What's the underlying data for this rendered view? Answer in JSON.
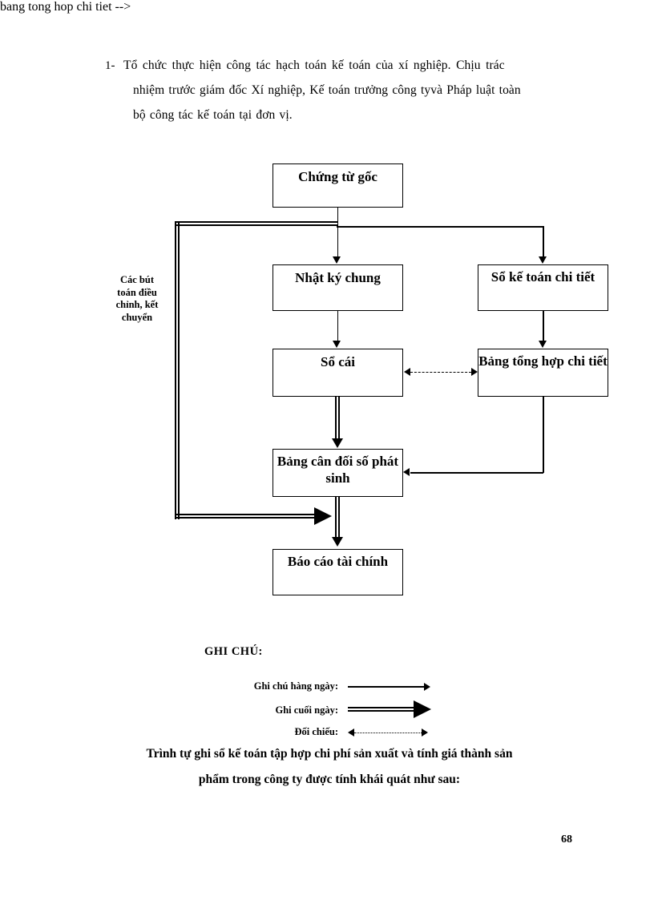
{
  "document": {
    "page_number": "68"
  },
  "intro": {
    "marker": "1-",
    "lines": [
      "Tổ chức thực hiện  công tác hạch toán kế toán của xí nghiệp. Chịu trác",
      "nhiệm trước giám  đốc Xí nghiệp, Kế toán trưởng công tyvà Pháp luật toàn",
      "bộ công tác kế toán tại đơn vị."
    ]
  },
  "diagram": {
    "side_label": "Các bút toán điều chỉnh, kết chuyển",
    "nodes": [
      {
        "id": "chung-tu-goc",
        "label": "Chứng từ gốc"
      },
      {
        "id": "nhat-ky-chung",
        "label": "Nhật ký chung"
      },
      {
        "id": "so-ke-toan-chi-tiet",
        "label": "Sổ kế toán chi tiết"
      },
      {
        "id": "so-cai",
        "label": "Sổ cái"
      },
      {
        "id": "bang-tong-hop-chi-tiet",
        "label": "Bảng tổng hợp chi tiết"
      },
      {
        "id": "bang-can-doi-so-phat-sinh",
        "label": "Bảng cân đối số phát sinh"
      },
      {
        "id": "bao-cao-tai-chinh",
        "label": "Báo cáo tài chính"
      }
    ]
  },
  "legend": {
    "title": "GHI CHÚ:",
    "rows": [
      {
        "label": "Ghi chú hàng ngày:",
        "style": "thin-solid-arrow"
      },
      {
        "label": "Ghi cuối ngày:",
        "style": "thick-double-arrow"
      },
      {
        "label": "Đối chiếu:",
        "style": "dotted-double-headed-arrow"
      }
    ]
  },
  "closing": {
    "lines": [
      "Trình tự ghi sổ kế toán tập hợp chi phí sản xuất và tính giá thành sản",
      "phẩm trong công ty được tính khái quát như sau:"
    ]
  }
}
